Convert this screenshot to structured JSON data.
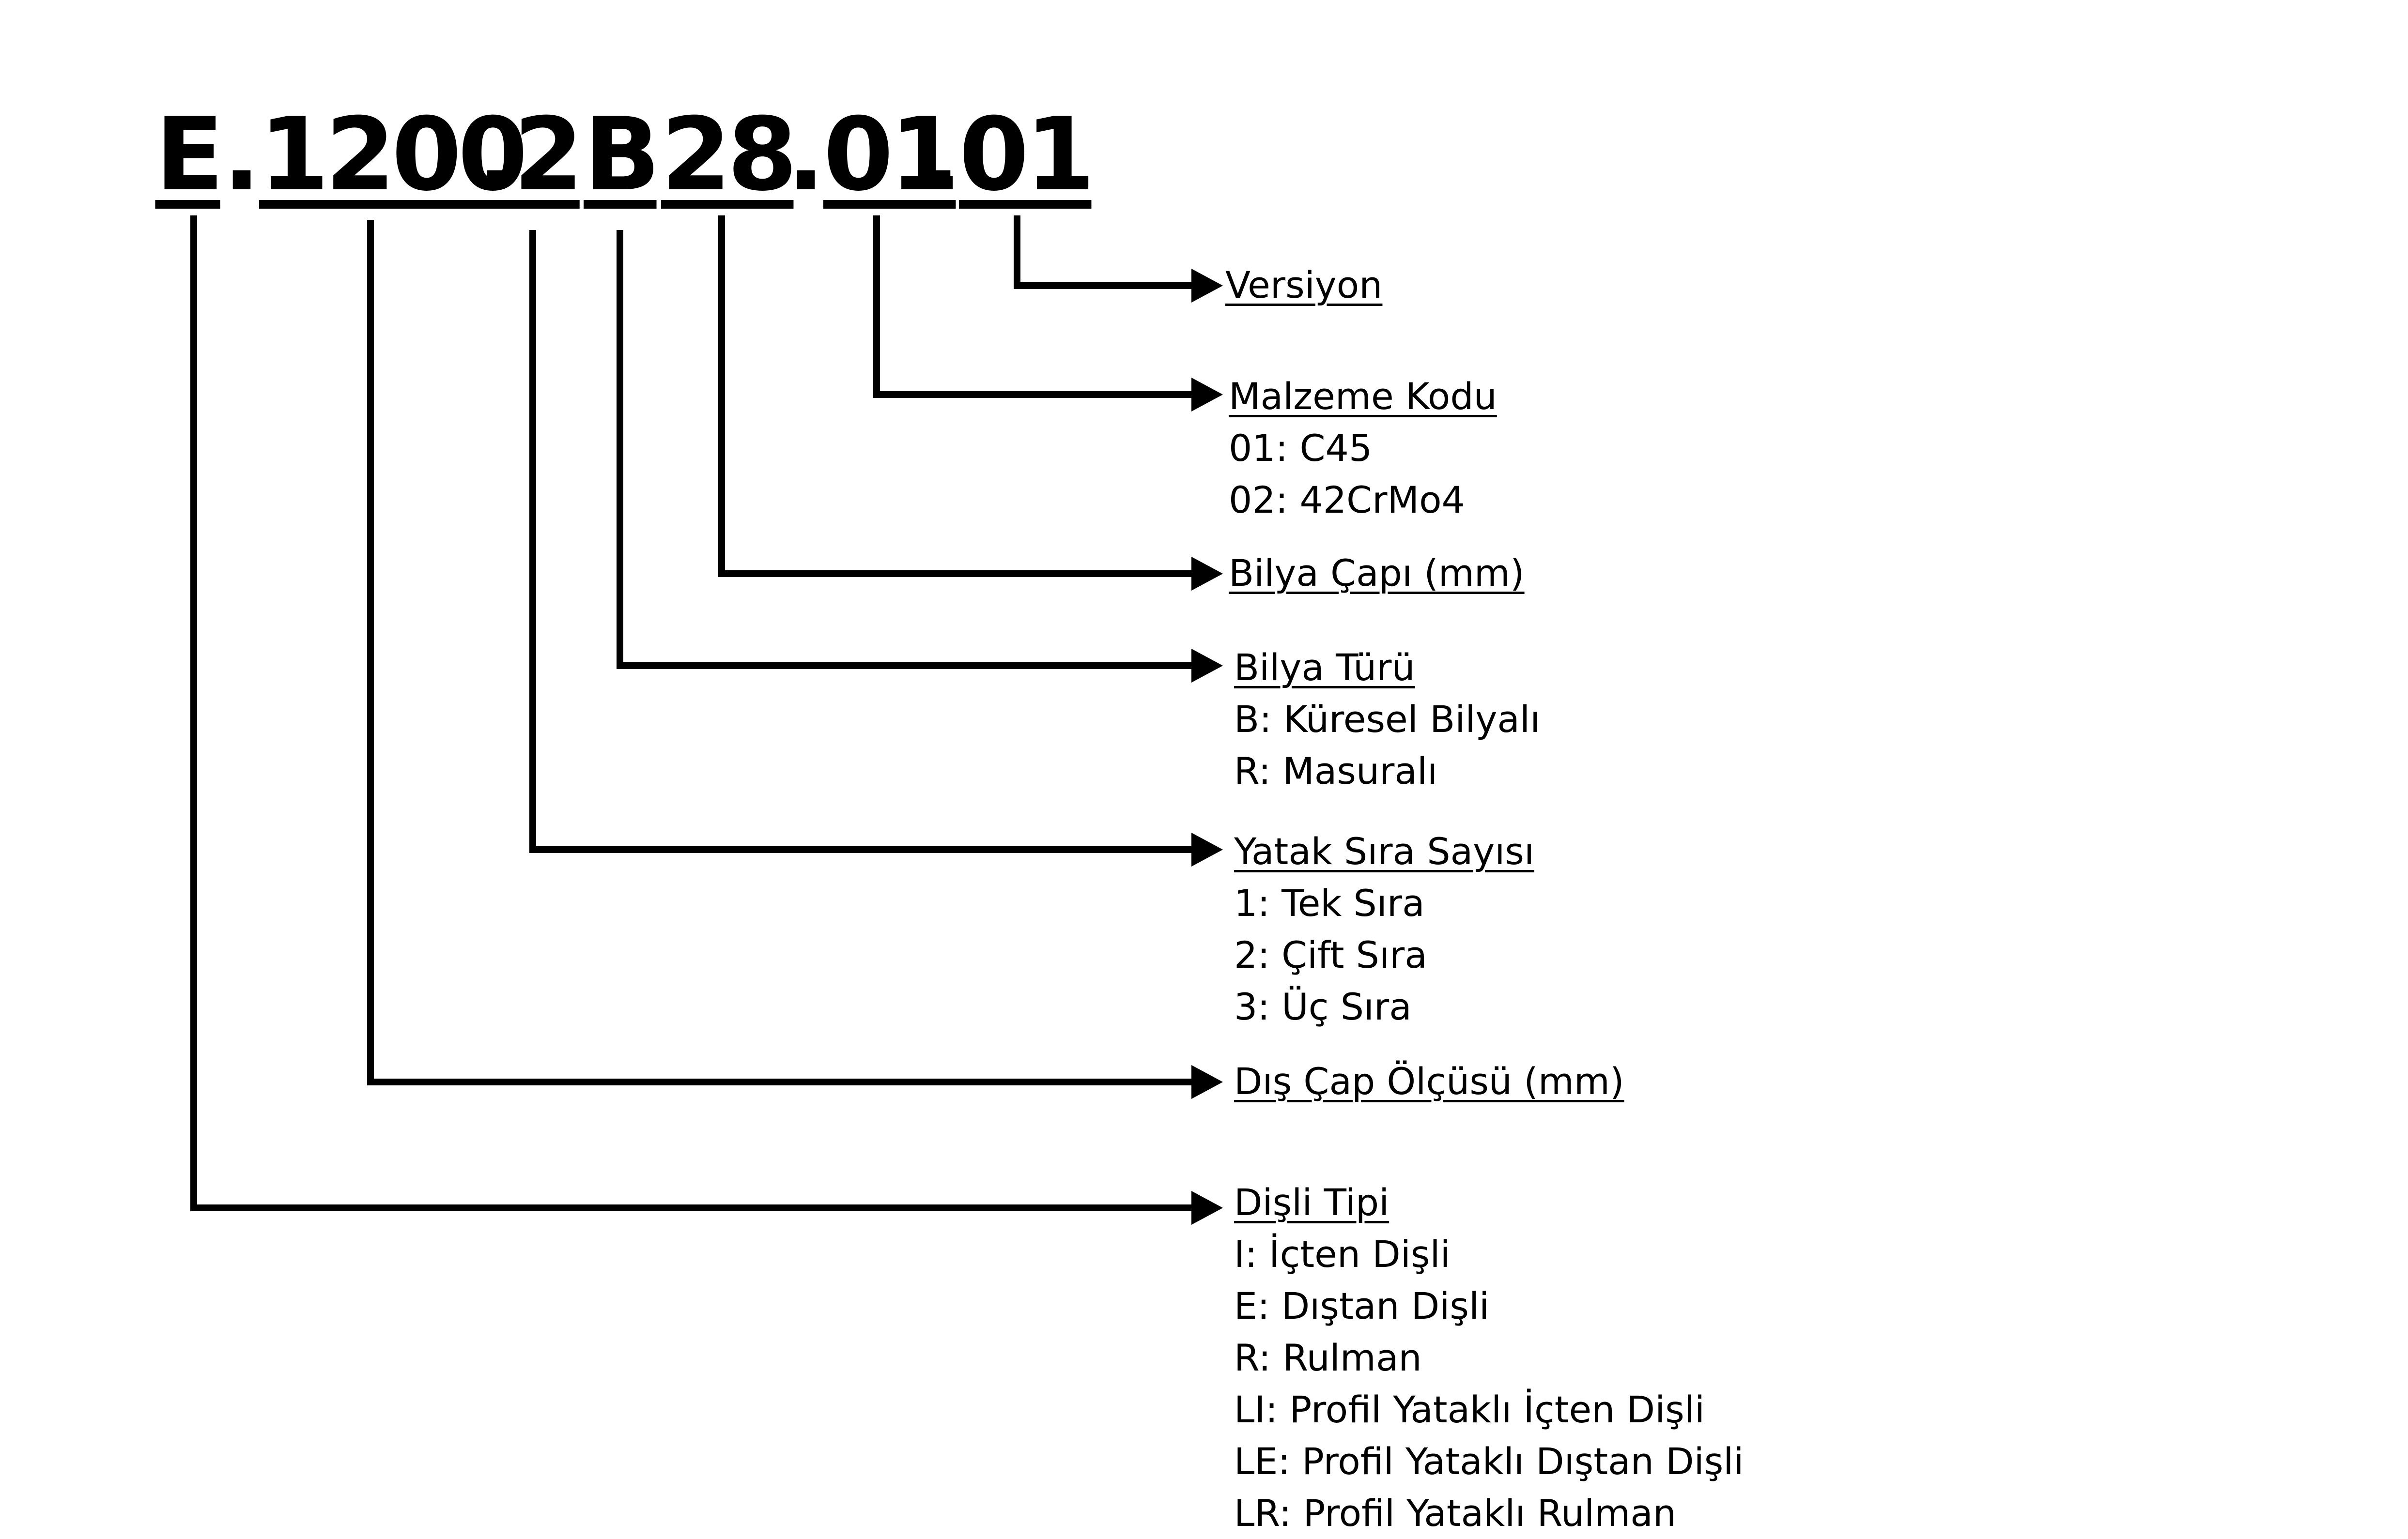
{
  "code": {
    "segments": [
      {
        "id": "E",
        "text": "E"
      },
      {
        "id": "dot1",
        "text": "."
      },
      {
        "id": "1200",
        "text": "1200"
      },
      {
        "id": "dot2",
        "text": "."
      },
      {
        "id": "2",
        "text": "2"
      },
      {
        "id": "B",
        "text": "B"
      },
      {
        "id": "28",
        "text": "28"
      },
      {
        "id": "dot3",
        "text": "."
      },
      {
        "id": "01a",
        "text": "01"
      },
      {
        "id": "dot4",
        "text": "."
      },
      {
        "id": "01b",
        "text": "01"
      }
    ]
  },
  "labels": [
    {
      "id": "versiyon",
      "title": "Versiyon",
      "options": []
    },
    {
      "id": "malzeme-kodu",
      "title": "Malzeme Kodu ",
      "options": [
        "01: C45",
        "02: 42CrMo4"
      ]
    },
    {
      "id": "bilya-capi",
      "title": "Bilya Çapı (mm)",
      "options": []
    },
    {
      "id": "bilya-turu",
      "title": "Bilya Türü",
      "options": [
        "B: Küresel Bilyalı",
        "R: Masuralı"
      ]
    },
    {
      "id": "yatak-sira-sayisi",
      "title": "Yatak Sıra Sayısı",
      "options": [
        "1: Tek Sıra",
        "2: Çift Sıra",
        "3: Üç Sıra"
      ]
    },
    {
      "id": "dis-cap-olcusu",
      "title": "Dış Çap Ölçüsü (mm)",
      "options": []
    },
    {
      "id": "disli-tipi",
      "title": "Dişli Tipi",
      "options": [
        "I: İçten Dişli",
        "E: Dıştan Dişli",
        "R: Rulman",
        "LI: Profil Yataklı İçten Dişli",
        "LE: Profil Yataklı Dıştan Dişli",
        "LR: Profil Yataklı Rulman"
      ]
    }
  ],
  "colors": {
    "ink": "#000000",
    "background": "#ffffff"
  }
}
